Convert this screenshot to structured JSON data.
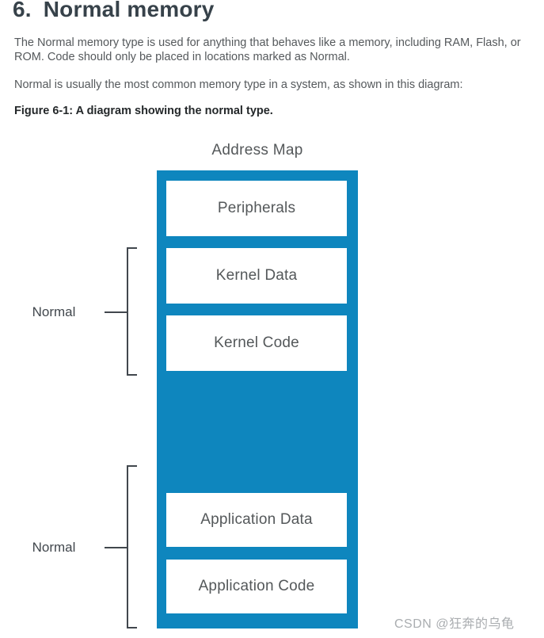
{
  "header": {
    "number": "6.",
    "title": "Normal memory"
  },
  "body": {
    "paragraphs": [
      "The Normal memory type is used for anything that behaves like a memory, including RAM, Flash, or ROM. Code should only be placed in locations marked as Normal.",
      "Normal is usually the most common memory type in a system, as shown in this diagram:"
    ],
    "figure_caption": "Figure 6-1: A diagram showing the normal type."
  },
  "diagram": {
    "title": "Address Map",
    "blocks": [
      "Peripherals",
      "Kernel Data",
      "Kernel Code",
      "Application Data",
      "Application Code"
    ],
    "side_labels": [
      "Normal",
      "Normal"
    ],
    "colors": {
      "column_blue": "#0E86BE",
      "bracket_gray": "#41474D",
      "block_text_gray": "#54585A"
    }
  },
  "watermark": "CSDN @狂奔的乌龟"
}
